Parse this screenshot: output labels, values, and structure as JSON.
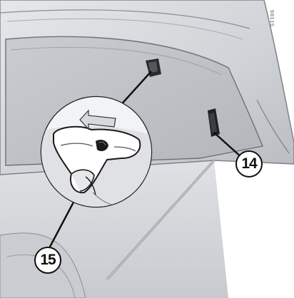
{
  "figure": {
    "ref_code": "60115",
    "callouts": [
      {
        "id": "14",
        "label": "14"
      },
      {
        "id": "15",
        "label": "15"
      }
    ],
    "colors": {
      "panel_fill": "#d4d6da",
      "panel_shadow": "#aeb1b6",
      "lining_fill": "#c3c6cb",
      "background": "#ffffff",
      "ink": "#111111"
    }
  }
}
